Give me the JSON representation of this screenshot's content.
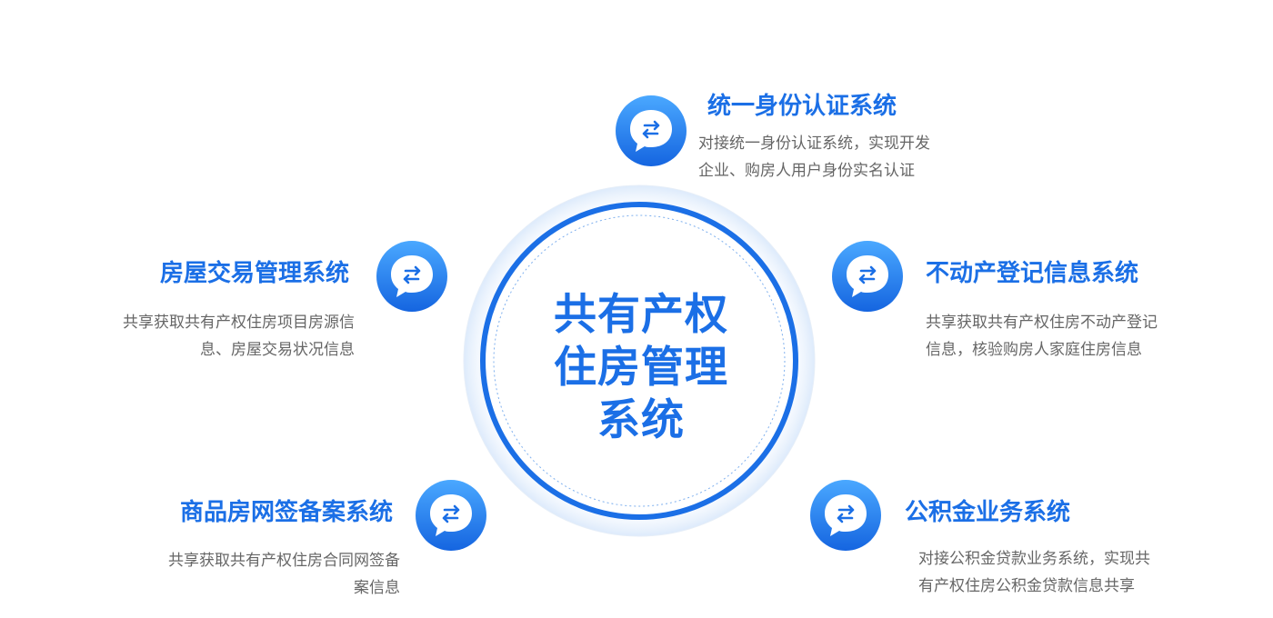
{
  "center": {
    "title_lines": [
      "共有产权",
      "住房管理",
      "系统"
    ]
  },
  "nodes": [
    {
      "title": "统一身份认证系统",
      "desc_lines": [
        "对接统一身份认证系统，实现开发",
        "企业、购房人用户身份实名认证"
      ],
      "icon": "chat-bubble-exchange-icon"
    },
    {
      "title": "房屋交易管理系统",
      "desc_lines": [
        "共享获取共有产权住房项目房源信",
        "息、房屋交易状况信息"
      ],
      "icon": "chat-bubble-exchange-icon"
    },
    {
      "title": "不动产登记信息系统",
      "desc_lines": [
        "共享获取共有产权住房不动产登记",
        "信息，核验购房人家庭住房信息"
      ],
      "icon": "chat-bubble-exchange-icon"
    },
    {
      "title": "商品房网签备案系统",
      "desc_lines": [
        "共享获取共有产权住房合同网签备",
        "案信息"
      ],
      "icon": "chat-bubble-exchange-icon"
    },
    {
      "title": "公积金业务系统",
      "desc_lines": [
        "对接公积金贷款业务系统，实现共",
        "有产权住房公积金贷款信息共享"
      ],
      "icon": "chat-bubble-exchange-icon"
    }
  ],
  "colors": {
    "accent": "#1b6fe6",
    "icon_gradient_top": "#4aa8ff",
    "icon_gradient_bottom": "#1565e0",
    "text_gray": "#666666"
  }
}
